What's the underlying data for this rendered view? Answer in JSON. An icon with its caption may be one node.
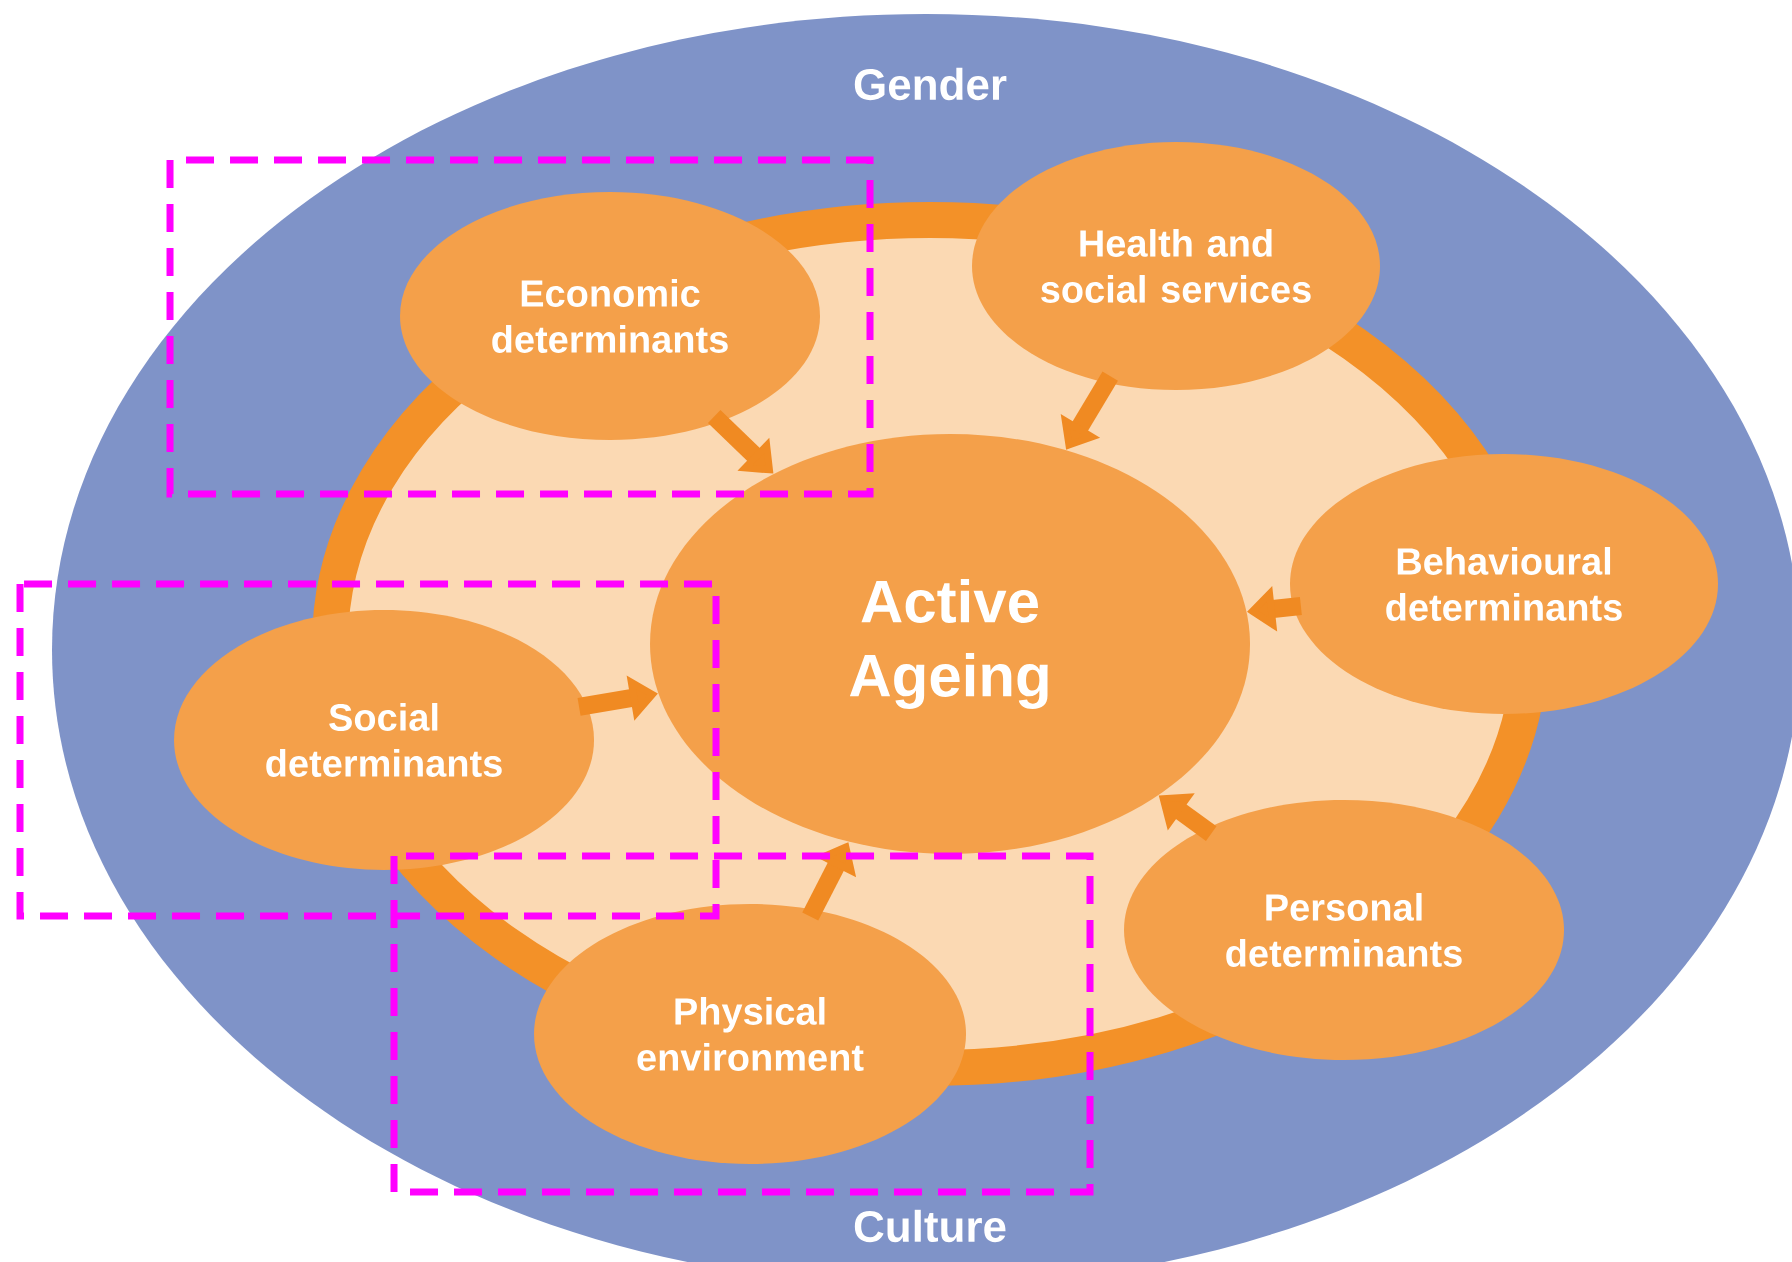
{
  "diagram": {
    "nodes": [
      {
        "text": [
          "Gender",
          "Culture"
        ]
      },
      {
        "text": [
          "Economic determinants"
        ],
        "in": 0
      },
      {
        "text": [
          "Health and social services"
        ],
        "in": 0
      },
      {
        "text": [
          "Active Ageing"
        ],
        "in": 0
      },
      {
        "text": [
          "Behavioural determinants"
        ],
        "in": 0
      },
      {
        "text": [
          "Social determinants"
        ],
        "in": 0
      },
      {
        "text": [
          "Personal determinants"
        ],
        "in": 0
      },
      {
        "text": [
          "Physical environment"
        ],
        "in": 0
      }
    ],
    "edges": [
      {
        "from": 1,
        "to": 3,
        "arrow": "to"
      },
      {
        "from": 2,
        "to": 3,
        "arrow": "to"
      },
      {
        "from": 4,
        "to": 3,
        "arrow": "to"
      },
      {
        "from": 5,
        "to": 3,
        "arrow": "to"
      },
      {
        "from": 6,
        "to": 3,
        "arrow": "to"
      },
      {
        "from": 7,
        "to": 3,
        "arrow": "to"
      }
    ]
  }
}
